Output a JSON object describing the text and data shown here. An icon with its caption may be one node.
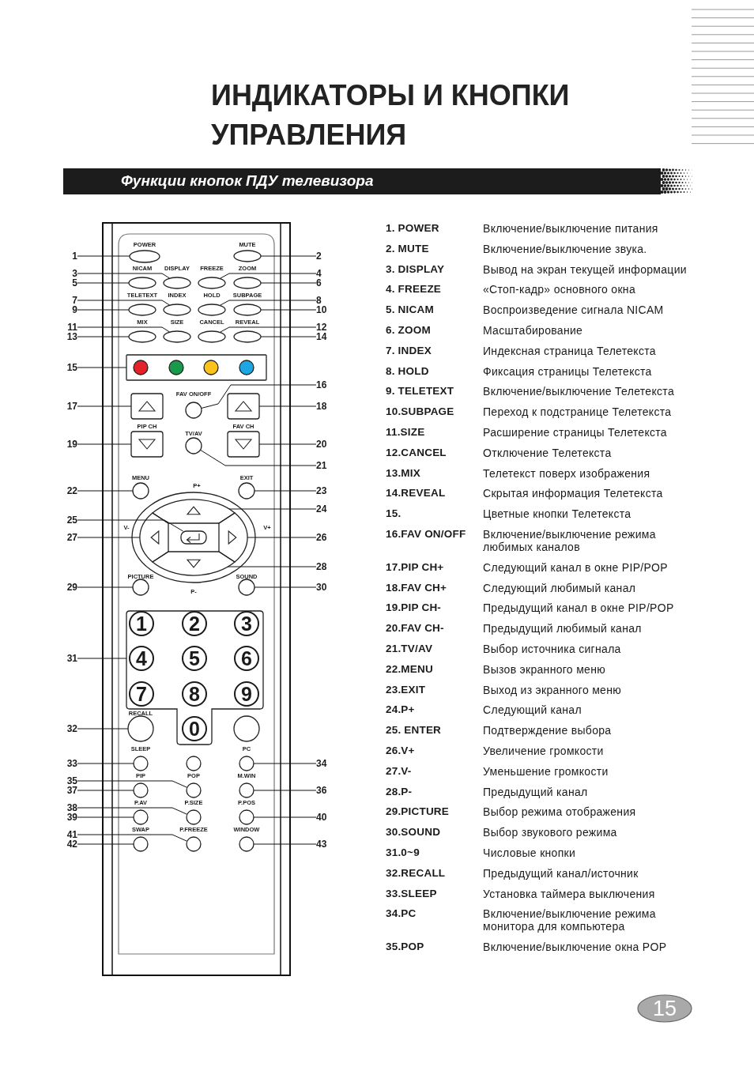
{
  "diagram": {
    "title": "ИНДИКАТОРЫ И КНОПКИ УПРАВЛЕНИЯ",
    "nodes": [
      {
        "text": [],
        "shape": "oval",
        "beside": [
          "POWER"
        ]
      },
      {
        "text": [],
        "shape": "oval",
        "beside": [
          "MUTE"
        ]
      },
      {
        "text": [],
        "shape": "oval",
        "beside": [
          "NICAM"
        ]
      },
      {
        "text": [],
        "shape": "oval",
        "beside": [
          "DISPLAY"
        ]
      },
      {
        "text": [],
        "shape": "oval",
        "beside": [
          "FREEZE"
        ]
      },
      {
        "text": [],
        "shape": "oval",
        "beside": [
          "ZOOM"
        ]
      },
      {
        "text": [],
        "shape": "oval",
        "beside": [
          "TELETEXT"
        ]
      },
      {
        "text": [],
        "shape": "oval",
        "beside": [
          "INDEX"
        ]
      },
      {
        "text": [],
        "shape": "oval",
        "beside": [
          "HOLD"
        ]
      },
      {
        "text": [],
        "shape": "oval",
        "beside": [
          "SUBPAGE"
        ]
      },
      {
        "text": [],
        "shape": "oval",
        "beside": [
          "MIX"
        ]
      },
      {
        "text": [],
        "shape": "oval",
        "beside": [
          "SIZE"
        ]
      },
      {
        "text": [],
        "shape": "oval",
        "beside": [
          "CANCEL"
        ]
      },
      {
        "text": [],
        "shape": "oval",
        "beside": [
          "REVEAL"
        ]
      },
      {
        "text": [],
        "shape": "box"
      },
      {
        "text": [],
        "shape": "circle",
        "in": 14
      },
      {
        "text": [],
        "shape": "circle",
        "in": 14
      },
      {
        "text": [],
        "shape": "circle",
        "in": 14
      },
      {
        "text": [],
        "shape": "circle",
        "in": 14
      },
      {
        "text": [],
        "shape": "box"
      },
      {
        "text": [],
        "shape": "circle",
        "beside": [
          "FAV ON/OFF"
        ]
      },
      {
        "text": [],
        "shape": "box"
      },
      {
        "text": [],
        "shape": "box",
        "beside": [
          "PIP CH"
        ]
      },
      {
        "text": [],
        "shape": "circle",
        "beside": [
          "TV/AV"
        ]
      },
      {
        "text": [],
        "shape": "box",
        "beside": [
          "FAV CH"
        ]
      },
      {
        "text": [],
        "shape": "circle",
        "beside": [
          "MENU"
        ]
      },
      {
        "text": [],
        "shape": "circle",
        "beside": [
          "EXIT"
        ]
      },
      {
        "text": [],
        "shape": "segment",
        "beside": [
          "P+"
        ]
      },
      {
        "text": [],
        "shape": "segment",
        "beside": [
          "V-"
        ]
      },
      {
        "text": [],
        "shape": "box"
      },
      {
        "text": [],
        "shape": "segment",
        "beside": [
          "V+"
        ]
      },
      {
        "text": [],
        "shape": "segment",
        "beside": [
          "P-"
        ]
      },
      {
        "text": [],
        "shape": "circle",
        "beside": [
          "PICTURE"
        ]
      },
      {
        "text": [],
        "shape": "circle",
        "beside": [
          "SOUND"
        ]
      },
      {
        "text": [],
        "shape": "panel"
      },
      {
        "text": [
          "1"
        ],
        "in": 34
      },
      {
        "text": [
          "2"
        ],
        "in": 34
      },
      {
        "text": [
          "3"
        ],
        "in": 34
      },
      {
        "text": [
          "4"
        ],
        "in": 34
      },
      {
        "text": [
          "5"
        ],
        "in": 34
      },
      {
        "text": [
          "6"
        ],
        "in": 34
      },
      {
        "text": [
          "7"
        ],
        "in": 34
      },
      {
        "text": [
          "8"
        ],
        "in": 34
      },
      {
        "text": [
          "9"
        ],
        "in": 34
      },
      {
        "text": [
          "0"
        ],
        "in": 34
      },
      {
        "text": [],
        "shape": "circle",
        "beside": [
          "RECALL"
        ]
      },
      {
        "text": [],
        "shape": "circle"
      },
      {
        "text": [],
        "shape": "circle",
        "beside": [
          "SLEEP"
        ]
      },
      {
        "text": [],
        "shape": "circle"
      },
      {
        "text": [],
        "shape": "circle",
        "beside": [
          "PC"
        ]
      },
      {
        "text": [],
        "shape": "circle",
        "beside": [
          "PIP"
        ]
      },
      {
        "text": [],
        "shape": "circle",
        "beside": [
          "POP"
        ]
      },
      {
        "text": [],
        "shape": "circle",
        "beside": [
          "M.WIN"
        ]
      },
      {
        "text": [],
        "shape": "circle",
        "beside": [
          "P.AV"
        ]
      },
      {
        "text": [],
        "shape": "circle",
        "beside": [
          "P.SIZE"
        ]
      },
      {
        "text": [],
        "shape": "circle",
        "beside": [
          "P.POS"
        ]
      },
      {
        "text": [],
        "shape": "circle",
        "beside": [
          "SWAP"
        ]
      },
      {
        "text": [],
        "shape": "circle",
        "beside": [
          "P.FREEZE"
        ]
      },
      {
        "text": [],
        "shape": "circle",
        "beside": [
          "WINDOW"
        ]
      },
      {
        "text": [
          "1"
        ]
      },
      {
        "text": [
          "2"
        ]
      },
      {
        "text": [
          "3"
        ]
      },
      {
        "text": [
          "4"
        ]
      },
      {
        "text": [
          "5"
        ]
      },
      {
        "text": [
          "6"
        ]
      },
      {
        "text": [
          "7"
        ]
      },
      {
        "text": [
          "8"
        ]
      },
      {
        "text": [
          "9"
        ]
      },
      {
        "text": [
          "10"
        ]
      },
      {
        "text": [
          "11"
        ]
      },
      {
        "text": [
          "12"
        ]
      },
      {
        "text": [
          "13"
        ]
      },
      {
        "text": [
          "14"
        ]
      },
      {
        "text": [
          "15"
        ]
      },
      {
        "text": [
          "16"
        ]
      },
      {
        "text": [
          "17"
        ]
      },
      {
        "text": [
          "18"
        ]
      },
      {
        "text": [
          "19"
        ]
      },
      {
        "text": [
          "20"
        ]
      },
      {
        "text": [
          "21"
        ]
      },
      {
        "text": [
          "22"
        ]
      },
      {
        "text": [
          "23"
        ]
      },
      {
        "text": [
          "24"
        ]
      },
      {
        "text": [
          "25"
        ]
      },
      {
        "text": [
          "26"
        ]
      },
      {
        "text": [
          "27"
        ]
      },
      {
        "text": [
          "28"
        ]
      },
      {
        "text": [
          "29"
        ]
      },
      {
        "text": [
          "30"
        ]
      },
      {
        "text": [
          "31"
        ]
      },
      {
        "text": [
          "32"
        ]
      },
      {
        "text": [
          "33"
        ]
      },
      {
        "text": [
          "34"
        ]
      },
      {
        "text": [
          "35"
        ]
      },
      {
        "text": [
          "36"
        ]
      },
      {
        "text": [
          "37"
        ]
      },
      {
        "text": [
          "38"
        ]
      },
      {
        "text": [
          "39"
        ]
      },
      {
        "text": [
          "40"
        ]
      },
      {
        "text": [
          "41"
        ]
      },
      {
        "text": [
          "42"
        ]
      },
      {
        "text": [
          "43"
        ]
      }
    ],
    "edges": [
      {
        "from": 59,
        "to": 0,
        "arrow": "none"
      },
      {
        "from": 60,
        "to": 1,
        "arrow": "none"
      },
      {
        "from": 61,
        "to": 3,
        "arrow": "none"
      },
      {
        "from": 62,
        "to": 4,
        "arrow": "none"
      },
      {
        "from": 63,
        "to": 2,
        "arrow": "none"
      },
      {
        "from": 64,
        "to": 5,
        "arrow": "none"
      },
      {
        "from": 65,
        "to": 7,
        "arrow": "none"
      },
      {
        "from": 66,
        "to": 8,
        "arrow": "none"
      },
      {
        "from": 67,
        "to": 6,
        "arrow": "none"
      },
      {
        "from": 68,
        "to": 9,
        "arrow": "none"
      },
      {
        "from": 69,
        "to": 11,
        "arrow": "none"
      },
      {
        "from": 70,
        "to": 12,
        "arrow": "none"
      },
      {
        "from": 71,
        "to": 10,
        "arrow": "none"
      },
      {
        "from": 72,
        "to": 13,
        "arrow": "none"
      },
      {
        "from": 73,
        "to": 14,
        "arrow": "none"
      },
      {
        "from": 74,
        "to": 20,
        "arrow": "none"
      },
      {
        "from": 75,
        "to": 19,
        "arrow": "none"
      },
      {
        "from": 76,
        "to": 21,
        "arrow": "none"
      },
      {
        "from": 77,
        "to": 22,
        "arrow": "none"
      },
      {
        "from": 78,
        "to": 24,
        "arrow": "none"
      },
      {
        "from": 79,
        "to": 23,
        "arrow": "none"
      },
      {
        "from": 80,
        "to": 25,
        "arrow": "none"
      },
      {
        "from": 81,
        "to": 26,
        "arrow": "none"
      },
      {
        "from": 82,
        "to": 27,
        "arrow": "none"
      },
      {
        "from": 83,
        "to": 29,
        "arrow": "none"
      },
      {
        "from": 84,
        "to": 30,
        "arrow": "none"
      },
      {
        "from": 85,
        "to": 28,
        "arrow": "none"
      },
      {
        "from": 86,
        "to": 31,
        "arrow": "none"
      },
      {
        "from": 87,
        "to": 32,
        "arrow": "none"
      },
      {
        "from": 88,
        "to": 33,
        "arrow": "none"
      },
      {
        "from": 89,
        "to": 34,
        "arrow": "none"
      },
      {
        "from": 90,
        "to": 45,
        "arrow": "none"
      },
      {
        "from": 91,
        "to": 47,
        "arrow": "none"
      },
      {
        "from": 92,
        "to": 49,
        "arrow": "none"
      },
      {
        "from": 93,
        "to": 51,
        "arrow": "none"
      },
      {
        "from": 94,
        "to": 52,
        "arrow": "none"
      },
      {
        "from": 95,
        "to": 50,
        "arrow": "none"
      },
      {
        "from": 96,
        "to": 54,
        "arrow": "none"
      },
      {
        "from": 97,
        "to": 53,
        "arrow": "none"
      },
      {
        "from": 98,
        "to": 55,
        "arrow": "none"
      },
      {
        "from": 99,
        "to": 57,
        "arrow": "none"
      },
      {
        "from": 100,
        "to": 56,
        "arrow": "none"
      },
      {
        "from": 101,
        "to": 58,
        "arrow": "none"
      }
    ],
    "labels": [
      "Функции кнопок ПДУ телевизора",
      "1. POWER",
      "Включение/выключение питания",
      "2. MUTE",
      "Включение/выключение звука.",
      "3. DISPLAY",
      "Вывод на экран текущей информации",
      "4. FREEZE",
      "«Стоп-кадр» основного окна",
      "5. NICAM",
      "Воспроизведение сигнала NICAM",
      "6. ZOOM",
      "Масштабирование",
      "7. INDEX",
      "Индексная страница Телетекста",
      "8. HOLD",
      "Фиксация страницы Телетекста",
      "9. TELETEXT",
      "Включение/выключение Телетекста",
      "10.SUBPAGE",
      "Переход к подстранице Телетекста",
      "11.SIZE",
      "Расширение страницы Телетекста",
      "12.CANCEL",
      "Отключение Телетекста",
      "13.MIX",
      "Телетекст поверх изображения",
      "14.REVEAL",
      "Скрытая информация Телетекста",
      "15.",
      "Цветные кнопки Телетекста",
      "16.FAV ON/OFF",
      "Включение/выключение режима любимых каналов",
      "17.PIP CH+",
      "Следующий канал в окне PIP/POP",
      "18.FAV CH+",
      "Следующий любимый канал",
      "19.PIP CH-",
      "Предыдущий канал в окне PIP/POP",
      "20.FAV CH-",
      "Предыдущий любимый канал",
      "21.TV/AV",
      "Выбор источника сигнала",
      "22.MENU",
      "Вызов экранного меню",
      "23.EXIT",
      "Выход из экранного меню",
      "24.P+",
      "Следующий канал",
      "25. ENTER",
      "Подтверждение выбора",
      "26.V+",
      "Увеличение громкости",
      "27.V-",
      "Уменьшение громкости",
      "28.P-",
      "Предыдущий канал",
      "29.PICTURE",
      "Выбор режима отображения",
      "30.SOUND",
      "Выбор звукового режима",
      "31.0~9",
      "Числовые кнопки",
      "32.RECALL",
      "Предыдущий канал/источник",
      "33.SLEEP",
      "Установка таймера выключения",
      "34.PC",
      "Включение/выключение режима монитора для компьютера",
      "35.POP",
      "Включение/выключение окна POP",
      "15"
    ]
  }
}
